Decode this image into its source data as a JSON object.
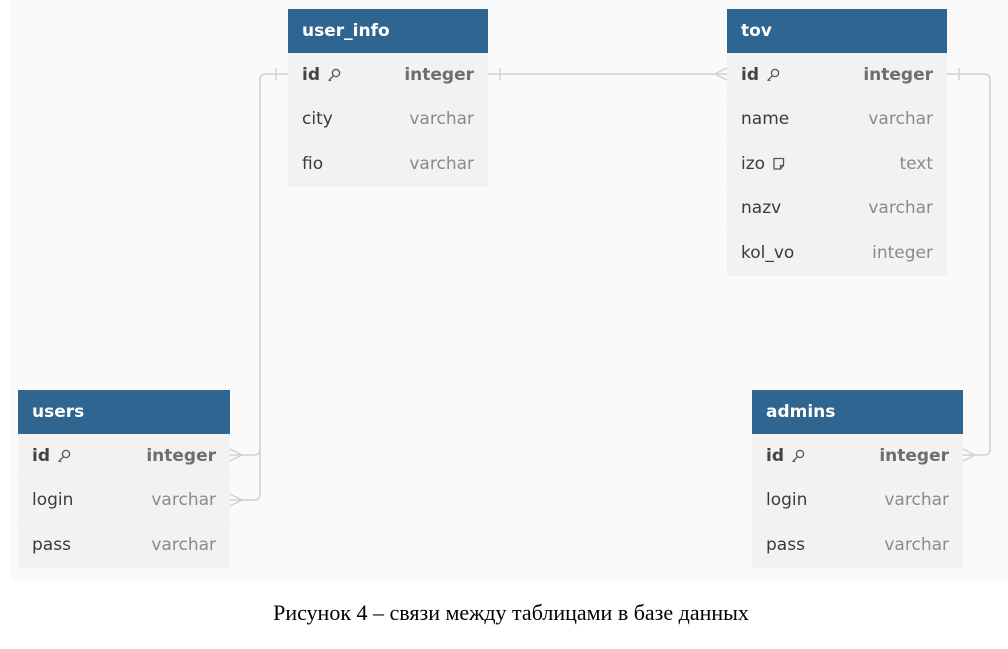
{
  "tables": {
    "user_info": {
      "title": "user_info",
      "fields": [
        {
          "name": "id",
          "type": "integer",
          "icon": "key-icon"
        },
        {
          "name": "city",
          "type": "varchar"
        },
        {
          "name": "fio",
          "type": "varchar"
        }
      ]
    },
    "tov": {
      "title": "tov",
      "fields": [
        {
          "name": "id",
          "type": "integer",
          "icon": "key-icon"
        },
        {
          "name": "name",
          "type": "varchar"
        },
        {
          "name": "izo",
          "type": "text",
          "icon": "note-icon"
        },
        {
          "name": "nazv",
          "type": "varchar"
        },
        {
          "name": "kol_vo",
          "type": "integer"
        }
      ]
    },
    "users": {
      "title": "users",
      "fields": [
        {
          "name": "id",
          "type": "integer",
          "icon": "key-icon"
        },
        {
          "name": "login",
          "type": "varchar"
        },
        {
          "name": "pass",
          "type": "varchar"
        }
      ]
    },
    "admins": {
      "title": "admins",
      "fields": [
        {
          "name": "id",
          "type": "integer",
          "icon": "key-icon"
        },
        {
          "name": "login",
          "type": "varchar"
        },
        {
          "name": "pass",
          "type": "varchar"
        }
      ]
    }
  },
  "caption": "Рисунок 4 – связи между таблицами в базе данных",
  "colors": {
    "header": "#2f6591",
    "body": "#f2f2f2",
    "connector": "#d4d4d4"
  }
}
